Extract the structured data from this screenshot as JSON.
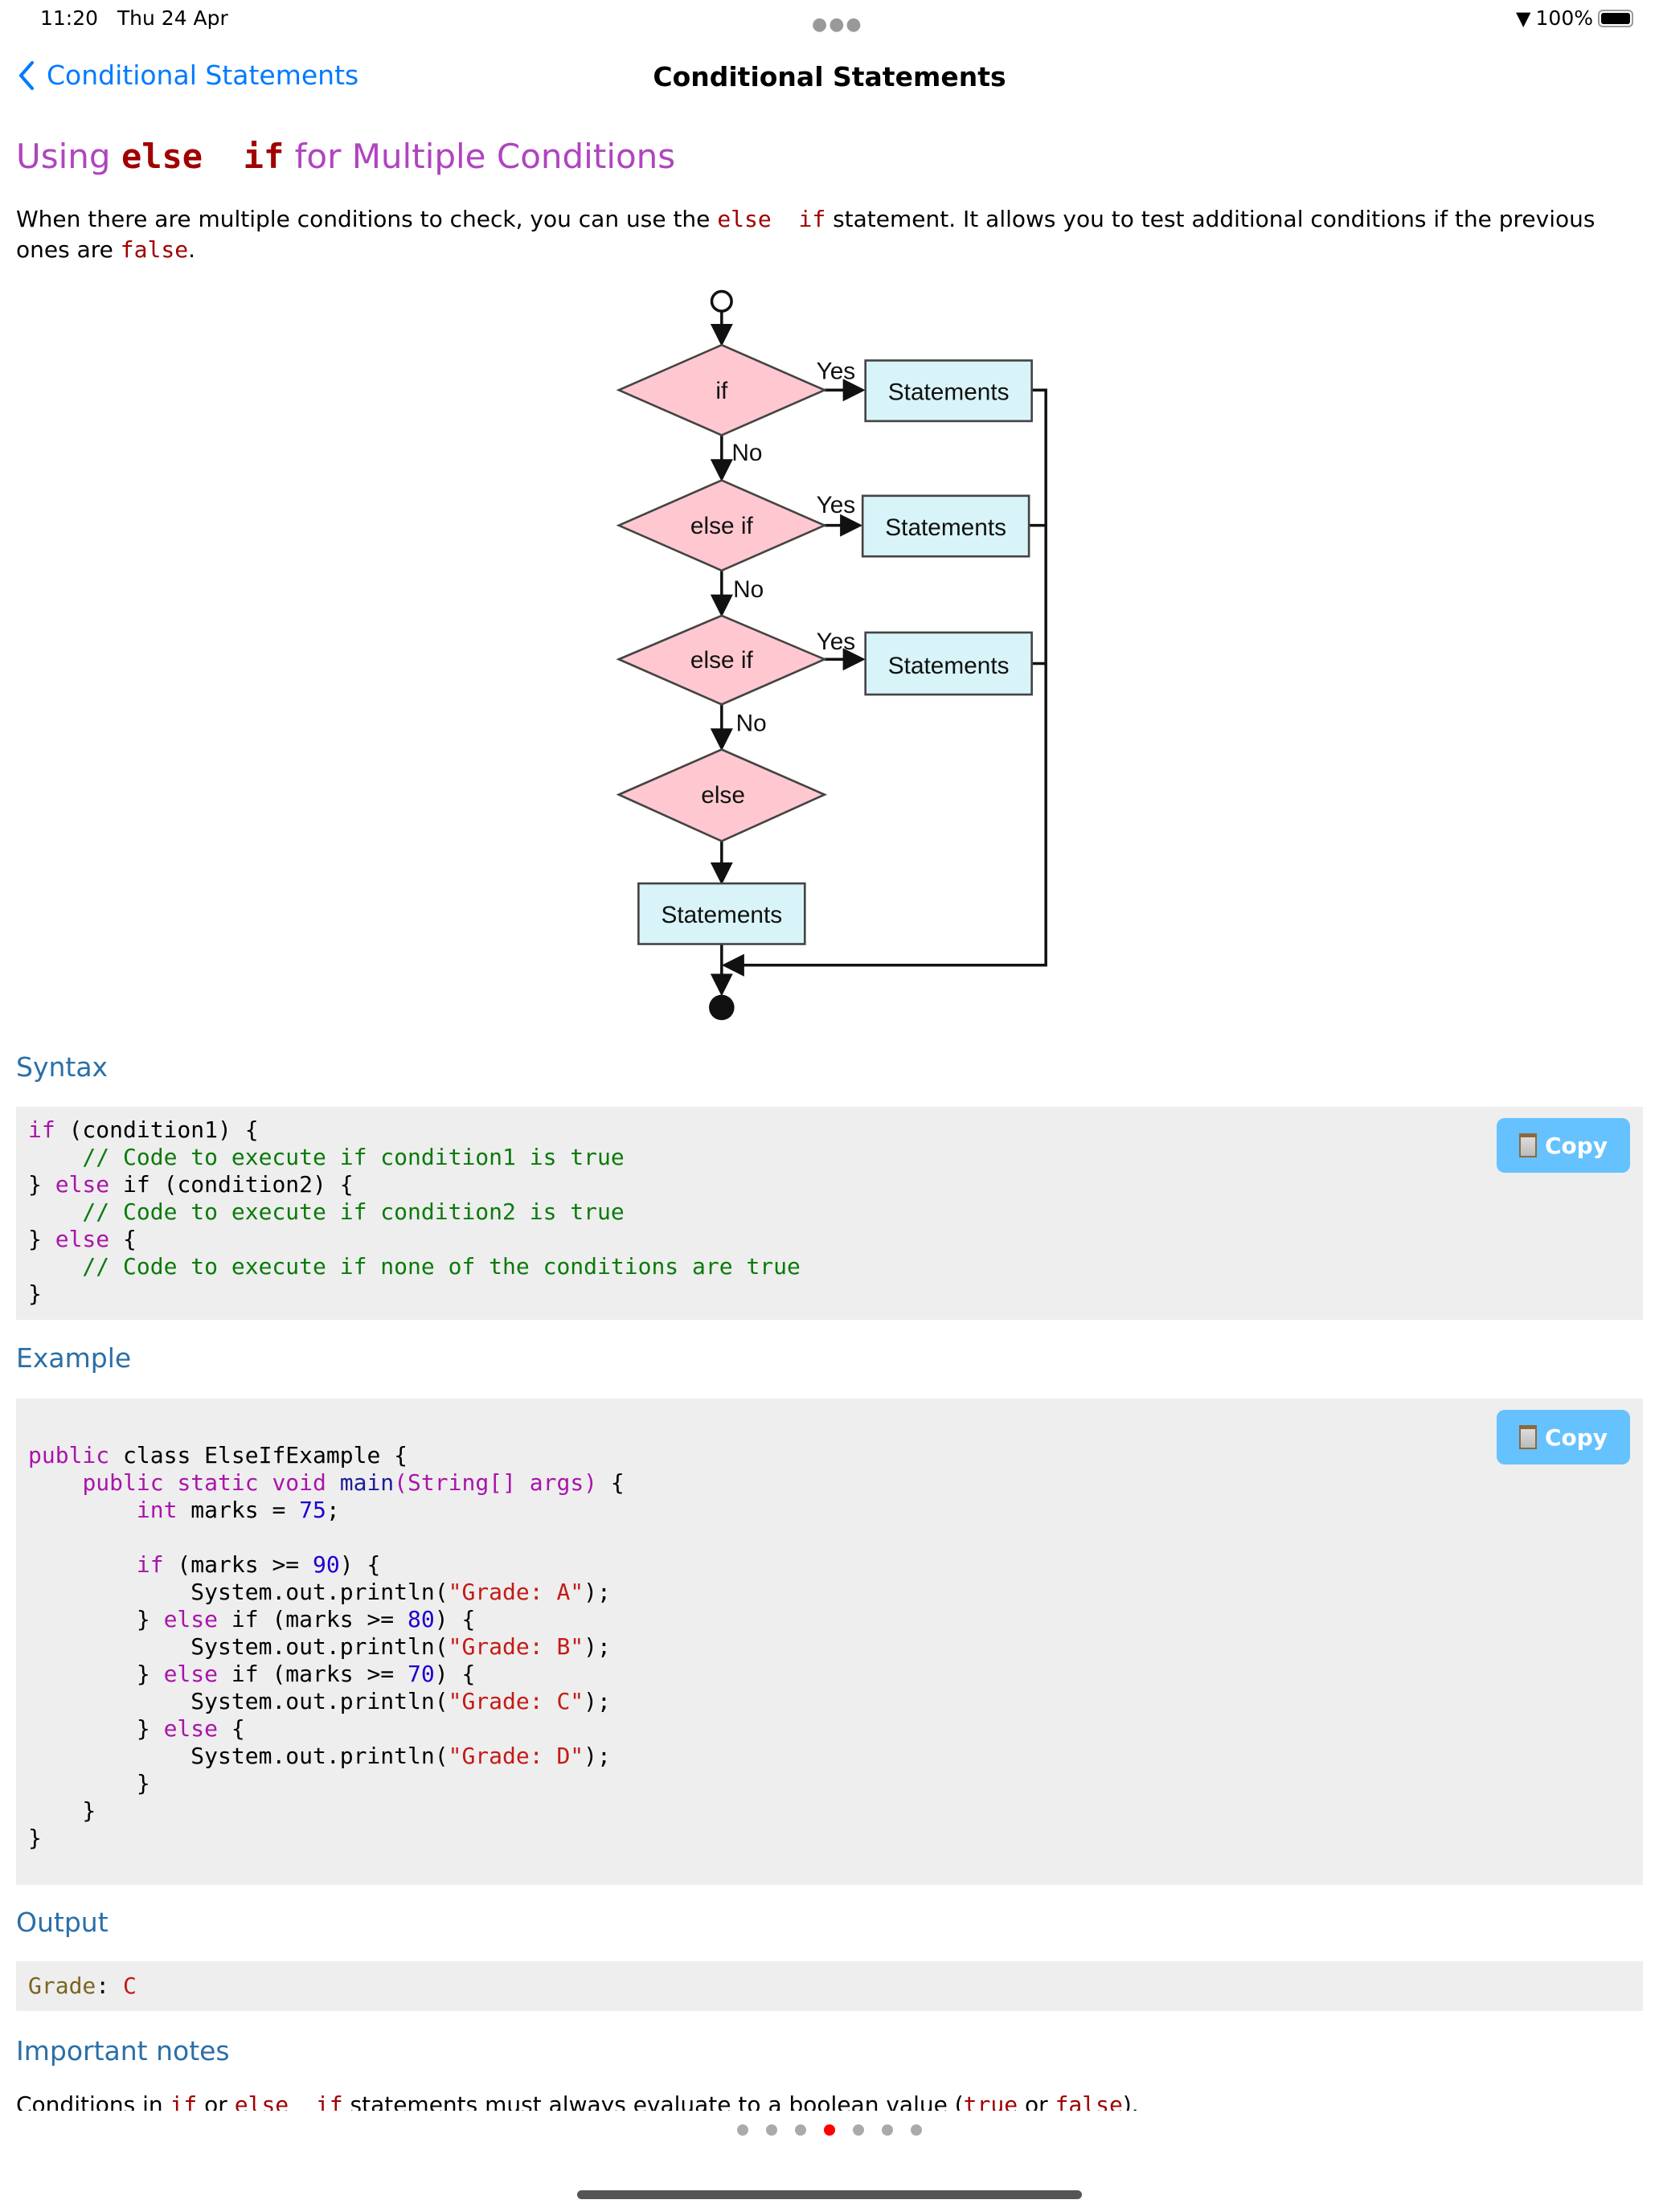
{
  "status_bar": {
    "time": "11:20",
    "date": "Thu 24 Apr",
    "battery": "100%"
  },
  "nav": {
    "back_label": "Conditional Statements",
    "title": "Conditional Statements"
  },
  "heading": {
    "prefix": "Using",
    "code": "else  if",
    "suffix": "for Multiple Conditions"
  },
  "intro": {
    "t1": "When there are multiple conditions to check, you can use the",
    "c1": "else  if",
    "t2": "statement. It allows you to test additional conditions if the previous ones are",
    "c2": "false",
    "t3": "."
  },
  "diagram": {
    "if": "if",
    "else_if": "else if",
    "else": "else",
    "statements": "Statements",
    "yes": "Yes",
    "no": "No"
  },
  "syntax": {
    "title": "Syntax",
    "copy_label": "Copy",
    "lines": [
      [
        [
          "kw",
          "if"
        ],
        [
          "pl",
          " (condition1) {"
        ]
      ],
      [
        [
          "cm",
          "    // Code to execute if condition1 is true"
        ]
      ],
      [
        [
          "pl",
          "} "
        ],
        [
          "kw",
          "else"
        ],
        [
          "pl",
          " if (condition2) {"
        ]
      ],
      [
        [
          "cm",
          "    // Code to execute if condition2 is true"
        ]
      ],
      [
        [
          "pl",
          "} "
        ],
        [
          "kw",
          "else"
        ],
        [
          "pl",
          " {"
        ]
      ],
      [
        [
          "cm",
          "    // Code to execute if none of the conditions are true"
        ]
      ],
      [
        [
          "pl",
          "}"
        ]
      ]
    ]
  },
  "example": {
    "title": "Example",
    "copy_label": "Copy",
    "lines": [
      [
        [
          "pl",
          ""
        ]
      ],
      [
        [
          "kw",
          "public"
        ],
        [
          "pl",
          " class ElseIfExample {"
        ]
      ],
      [
        [
          "pl",
          "    "
        ],
        [
          "kw",
          "public static void"
        ],
        [
          "fn",
          " main"
        ],
        [
          "kw",
          "(String[] args)"
        ],
        [
          "pl",
          " {"
        ]
      ],
      [
        [
          "pl",
          "        "
        ],
        [
          "kw",
          "int"
        ],
        [
          "pl",
          " marks = "
        ],
        [
          "num",
          "75"
        ],
        [
          "pl",
          ";"
        ]
      ],
      [
        [
          "pl",
          ""
        ]
      ],
      [
        [
          "pl",
          "        "
        ],
        [
          "kw",
          "if"
        ],
        [
          "pl",
          " (marks >= "
        ],
        [
          "num",
          "90"
        ],
        [
          "pl",
          ") {"
        ]
      ],
      [
        [
          "pl",
          "            System.out.println("
        ],
        [
          "str",
          "\"Grade: A\""
        ],
        [
          "pl",
          ");"
        ]
      ],
      [
        [
          "pl",
          "        } "
        ],
        [
          "kw",
          "else"
        ],
        [
          "pl",
          " if (marks >= "
        ],
        [
          "num",
          "80"
        ],
        [
          "pl",
          ") {"
        ]
      ],
      [
        [
          "pl",
          "            System.out.println("
        ],
        [
          "str",
          "\"Grade: B\""
        ],
        [
          "pl",
          ");"
        ]
      ],
      [
        [
          "pl",
          "        } "
        ],
        [
          "kw",
          "else"
        ],
        [
          "pl",
          " if (marks >= "
        ],
        [
          "num",
          "70"
        ],
        [
          "pl",
          ") {"
        ]
      ],
      [
        [
          "pl",
          "            System.out.println("
        ],
        [
          "str",
          "\"Grade: C\""
        ],
        [
          "pl",
          ");"
        ]
      ],
      [
        [
          "pl",
          "        } "
        ],
        [
          "kw",
          "else"
        ],
        [
          "pl",
          " {"
        ]
      ],
      [
        [
          "pl",
          "            System.out.println("
        ],
        [
          "str",
          "\"Grade: D\""
        ],
        [
          "pl",
          ");"
        ]
      ],
      [
        [
          "pl",
          "        }"
        ]
      ],
      [
        [
          "pl",
          "    }"
        ]
      ],
      [
        [
          "pl",
          "}"
        ]
      ]
    ]
  },
  "output": {
    "title": "Output",
    "label": "Grade",
    "sep": ":",
    "value": "C"
  },
  "notes": {
    "title": "Important notes",
    "t1": "Conditions in",
    "c1": "if",
    "t2": "or",
    "c2": "else  if",
    "t3": "statements must always evaluate to a boolean value (",
    "c3": "true",
    "t4": "or",
    "c4": "false",
    "t5": ")."
  },
  "page_dots": {
    "count": 7,
    "active_index": 3
  }
}
